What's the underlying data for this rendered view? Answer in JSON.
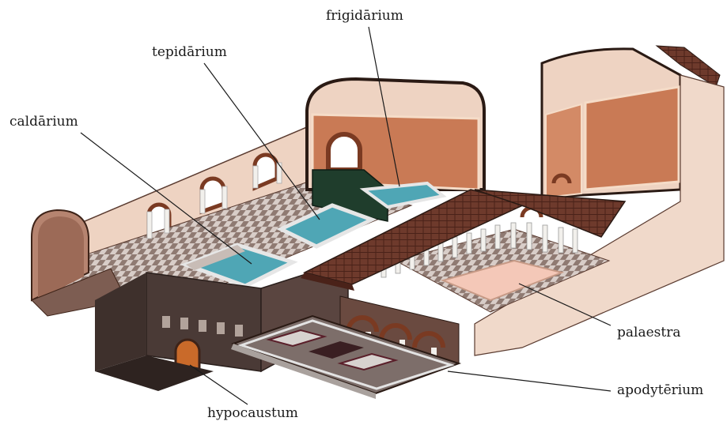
{
  "labels": {
    "frigidarium": "frigidārium",
    "tepidarium": "tepidārium",
    "caldarium": "caldārium",
    "palaestra": "palaestra",
    "apodyterium": "apodytērium",
    "hypocaustum": "hypocaustum"
  },
  "colors": {
    "wall": "#e9c9b4",
    "roof": "#6e3a2c",
    "pool": "#4fa6b5",
    "fresco": "#c97a55",
    "floor_dark": "#8f7a72",
    "column": "#f2f0ec"
  }
}
